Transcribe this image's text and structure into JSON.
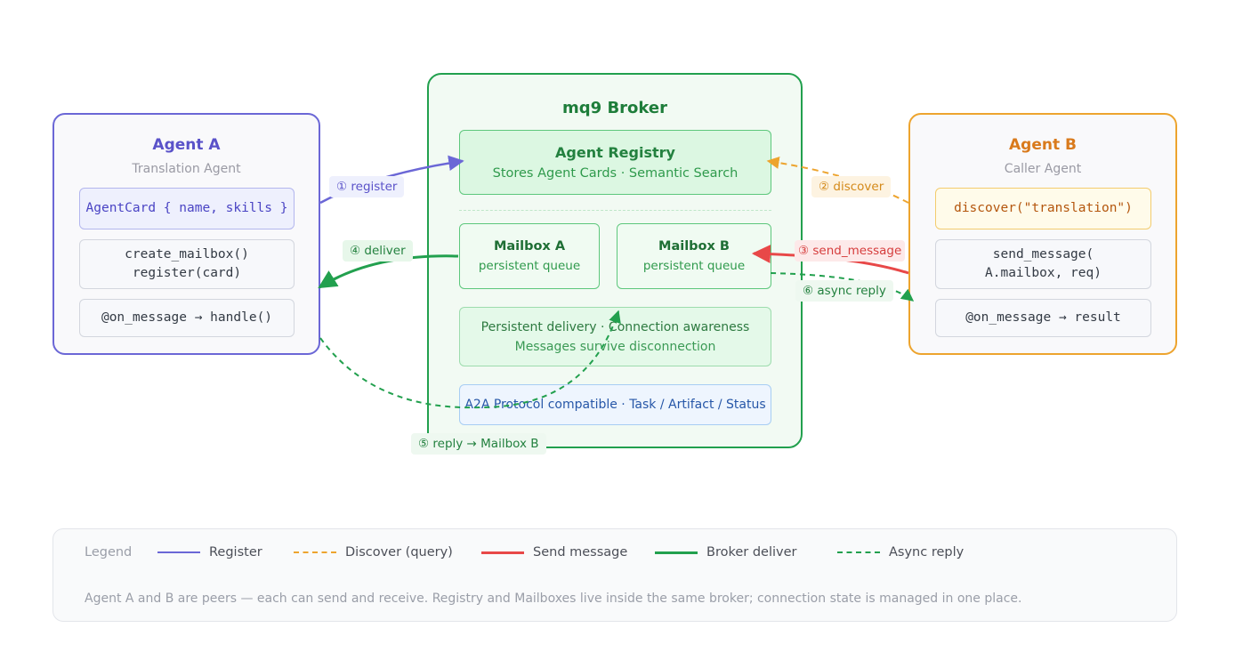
{
  "agent_a": {
    "title": "Agent A",
    "subtitle": "Translation Agent",
    "card": "AgentCard { name, skills }",
    "setup_line1": "create_mailbox()",
    "setup_line2": "register(card)",
    "handler": "@on_message → handle()"
  },
  "agent_b": {
    "title": "Agent B",
    "subtitle": "Caller Agent",
    "discover": "discover(\"translation\")",
    "send_line1": "send_message(",
    "send_line2": "A.mailbox, req)",
    "handler": "@on_message → result"
  },
  "broker": {
    "title": "mq9 Broker",
    "registry_title": "Agent Registry",
    "registry_sub": "Stores Agent Cards · Semantic Search",
    "mailbox_a_title": "Mailbox A",
    "mailbox_a_sub": "persistent queue",
    "mailbox_b_title": "Mailbox B",
    "mailbox_b_sub": "persistent queue",
    "persistence_line1": "Persistent delivery · Connection awareness",
    "persistence_line2": "Messages survive disconnection",
    "protocol": "A2A Protocol compatible · Task / Artifact / Status"
  },
  "flows": {
    "register": "① register",
    "discover": "② discover",
    "send_message": "③ send_message",
    "deliver": "④ deliver",
    "reply": "⑤ reply → Mailbox B",
    "async_reply": "⑥ async reply"
  },
  "legend": {
    "label": "Legend",
    "items": [
      {
        "label": "Register",
        "color": "#6b67d6",
        "style": "solid"
      },
      {
        "label": "Discover (query)",
        "color": "#eda42e",
        "style": "dashed"
      },
      {
        "label": "Send message",
        "color": "#e84848",
        "style": "solid"
      },
      {
        "label": "Broker deliver",
        "color": "#22a04e",
        "style": "solid"
      },
      {
        "label": "Async reply",
        "color": "#22a04e",
        "style": "dashed"
      }
    ],
    "note": "Agent A and B are peers — each can send and receive. Registry and Mailboxes live inside the same broker; connection state is managed in one place."
  },
  "colors": {
    "agent_a": "#6b67d6",
    "agent_b": "#eda42e",
    "broker": "#22a04e",
    "send": "#e84848"
  }
}
